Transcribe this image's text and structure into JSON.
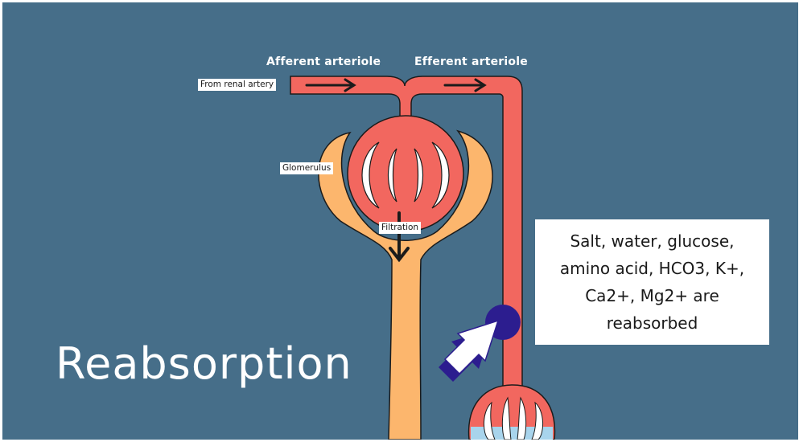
{
  "diagram": {
    "labels": {
      "afferent": "Afferent arteriole",
      "efferent": "Efferent arteriole",
      "from_artery": "From renal artery",
      "glomerulus": "Glomerulus",
      "filtration": "Filtration"
    },
    "info_text": "Salt, water, glucose, amino acid, HCO3, K+, Ca2+, Mg2+ are reabsorbed",
    "title": "Reabsorption",
    "colors": {
      "background": "#466e89",
      "vessel": "#f2675f",
      "capsule": "#fcb66d",
      "outline": "#1b1b1b",
      "marker": "#2c1d8f",
      "pointer_fill": "#ffffff",
      "pointer_shadow": "#2c1d8f"
    },
    "icons": [
      "arrow-right-icon",
      "arrow-down-icon",
      "pointer-arrow-icon",
      "marker-dot-icon"
    ]
  }
}
